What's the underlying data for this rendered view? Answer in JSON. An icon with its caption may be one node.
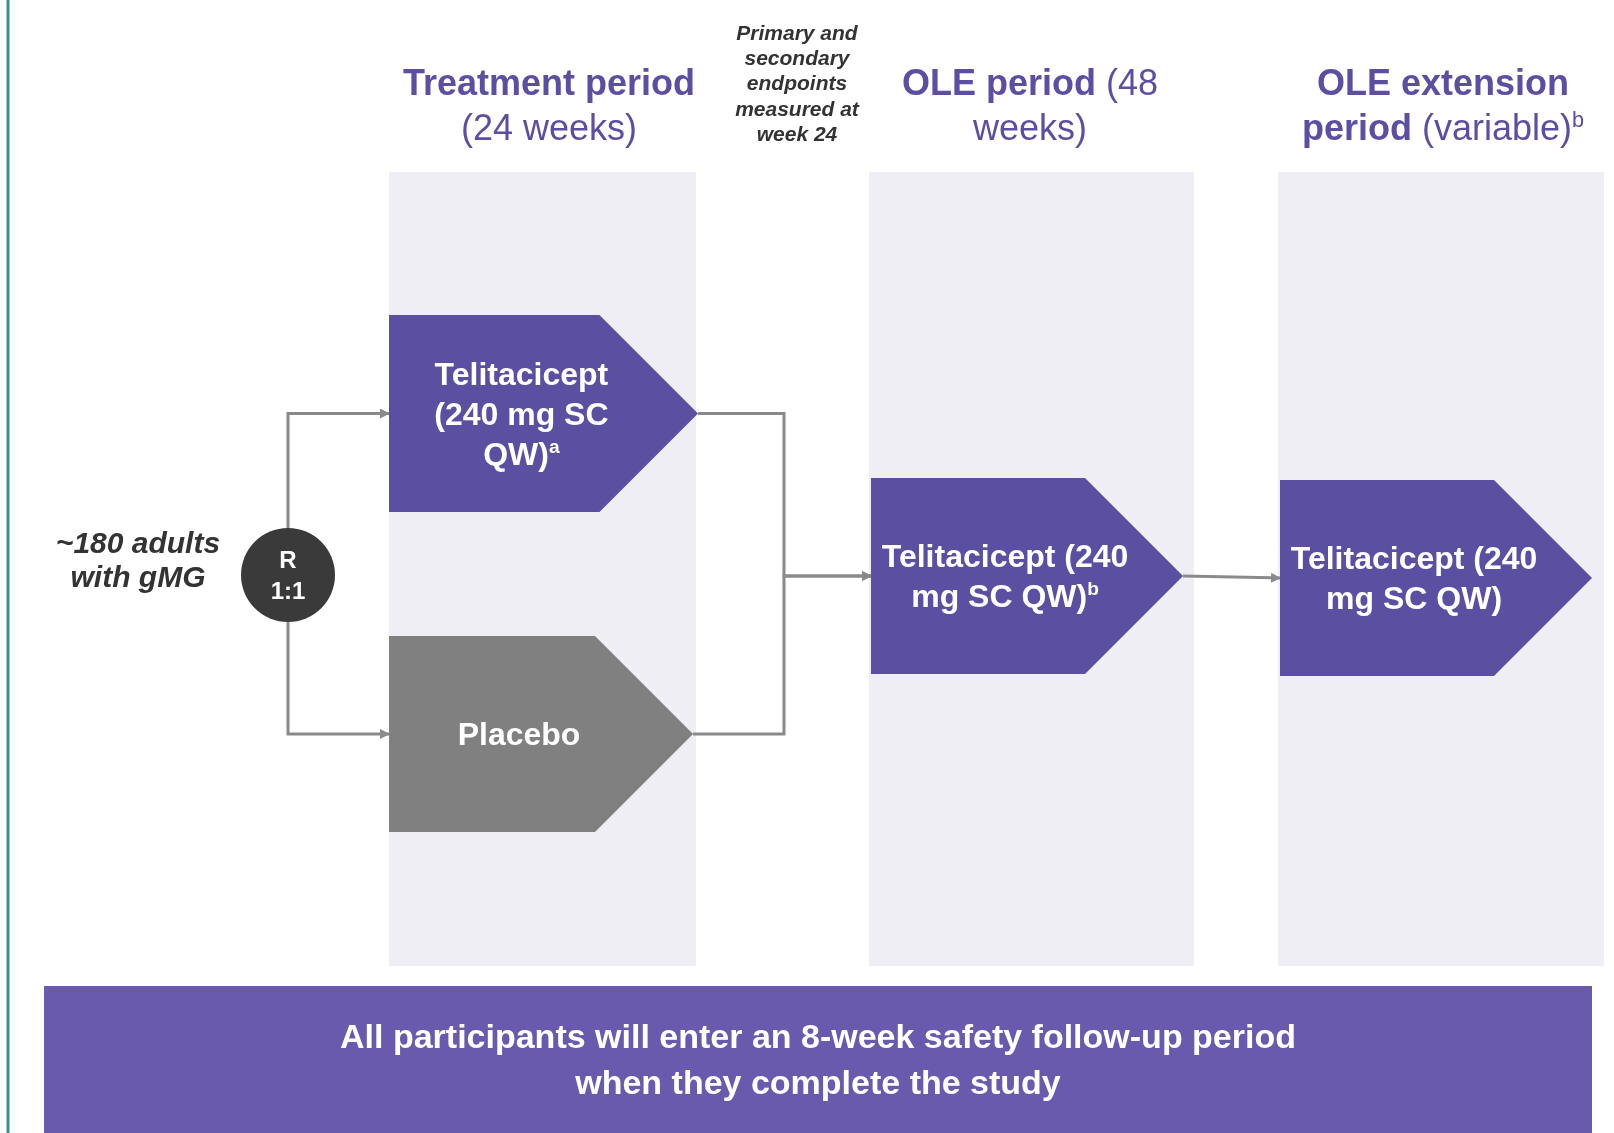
{
  "diagram": {
    "nodes": [
      {
        "text": [
          "~180 adults with gMG"
        ]
      },
      {
        "text": [
          "R 1:1"
        ]
      },
      {
        "text": [
          "Telitacicept (240 mg SC QW)$^{a}$"
        ]
      },
      {
        "text": [
          "Placebo"
        ]
      },
      {
        "text": [
          "Telitacicept (240 mg SC QW)$^{b}$"
        ]
      },
      {
        "text": [
          "Telitacicept (240 mg SC QW)"
        ]
      },
      {
        "text": [
          "All participants will enter an 8-week safety follow-up period when they complete the study"
        ]
      }
    ],
    "edges": [
      {
        "from": 1,
        "to": 2,
        "arrow": "to"
      },
      {
        "from": 1,
        "to": 3,
        "arrow": "to"
      },
      {
        "from": 2,
        "to": 4,
        "arrow": "to"
      },
      {
        "from": 3,
        "to": 4,
        "arrow": "to"
      },
      {
        "from": 4,
        "to": 5,
        "arrow": "to"
      }
    ],
    "labels": [
      "**Treatment period** (24 weeks)",
      "Primary and secondary endpoints measured at week 24",
      "**OLE period** (48 weeks)",
      "**OLE extension period** (variable)$^{b}$"
    ]
  }
}
